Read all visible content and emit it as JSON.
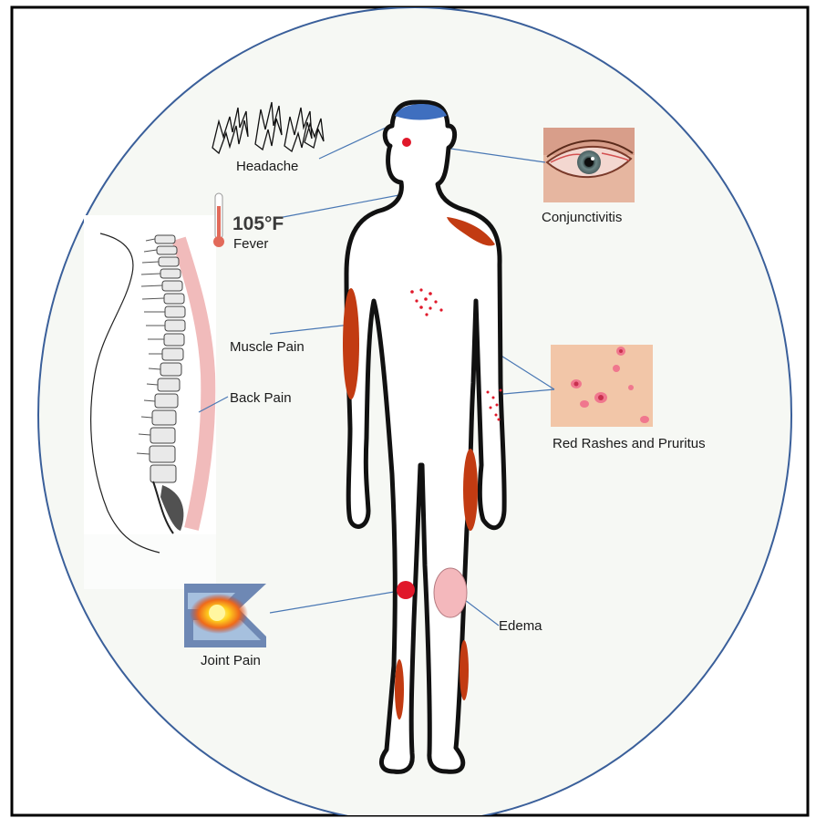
{
  "labels": {
    "headache": "Headache",
    "temperature": "105°F",
    "fever": "Fever",
    "conjunctivitis": "Conjunctivitis",
    "muscle_pain": "Muscle Pain",
    "back_pain": "Back Pain",
    "rashes": "Red Rashes and Pruritus",
    "joint_pain": "Joint Pain",
    "edema": "Edema"
  },
  "colors": {
    "frame": "#000000",
    "circle_stroke": "#3a5f9a",
    "circle_fill": "#f6f8f4",
    "body_outline": "#111111",
    "body_fill": "#ffffff",
    "muscle": "#c23b12",
    "red_spot": "#e0182a",
    "head": "#3f6fbf",
    "edema": "#f4b8bc",
    "leader_line": "#4a78b4",
    "spine_pink": "#f0b4b4",
    "thermometer": "#e26a5a"
  }
}
